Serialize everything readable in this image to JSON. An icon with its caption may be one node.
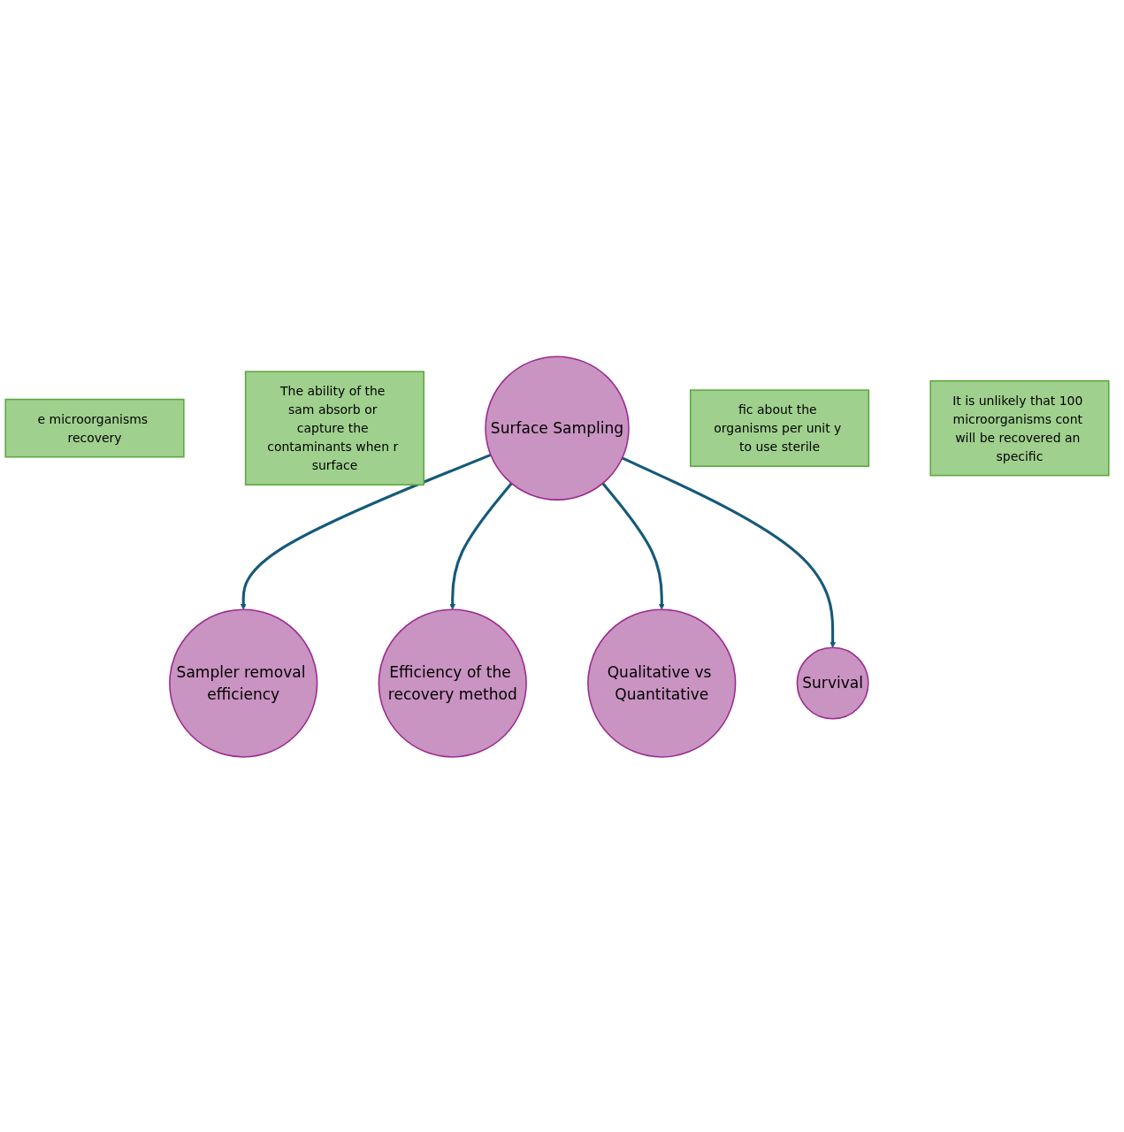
{
  "diagram": {
    "nodes": [
      {
        "text": [
          "e microorganisms recovery"
        ]
      },
      {
        "text": [
          "Sampler removal efficiency"
        ]
      },
      {
        "text": [
          "The ability of the sam absorb or capture the contaminants when r surface"
        ]
      },
      {
        "text": [
          "Survival"
        ]
      },
      {
        "text": [
          "Surface Sampling"
        ]
      },
      {
        "text": [
          "Efficiency of the recovery method"
        ]
      },
      {
        "text": [
          "fic about the organisms per unit y to use sterile"
        ]
      },
      {
        "text": [
          "Qualitative vs Quantitative"
        ]
      },
      {
        "text": [
          "It is unlikely that 100 microorganisms cont will be recovered an specific"
        ]
      }
    ],
    "edges": [
      {
        "from": 4,
        "to": 1,
        "arrow": "to"
      },
      {
        "from": 4,
        "to": 5,
        "arrow": "to"
      },
      {
        "from": 4,
        "to": 7,
        "arrow": "to"
      },
      {
        "from": 4,
        "to": 3,
        "arrow": "to"
      }
    ]
  }
}
